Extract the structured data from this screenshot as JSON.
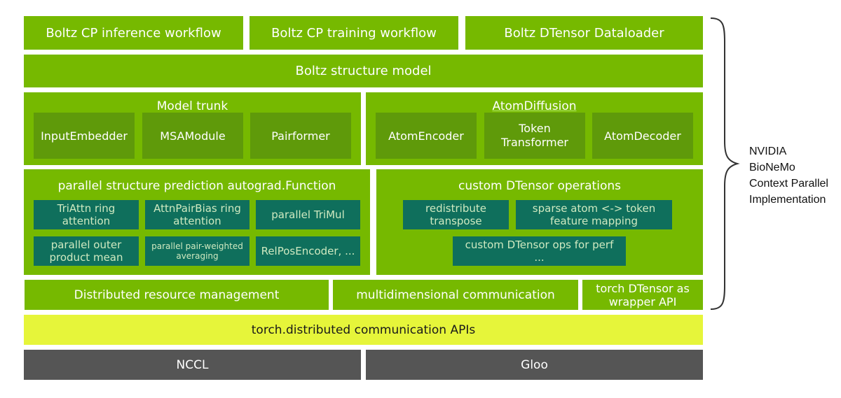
{
  "top_row": {
    "inference": "Boltz CP inference workflow",
    "training": "Boltz  CP training workflow",
    "dataloader": "Boltz DTensor Dataloader"
  },
  "structure_model": "Boltz structure model",
  "model_trunk": {
    "title": "Model trunk",
    "items": [
      "InputEmbedder",
      "MSAModule",
      "Pairformer"
    ]
  },
  "atom_diffusion": {
    "title": "AtomDiffusion",
    "items": [
      "AtomEncoder",
      "Token\nTransformer",
      "AtomDecoder"
    ]
  },
  "parallel_autograd": {
    "title": "parallel structure prediction autograd.Function",
    "items": [
      "TriAttn ring\nattention",
      "AttnPairBias ring\nattention",
      "parallel TriMul",
      "parallel outer\nproduct mean",
      "parallel pair-weighted\naveraging",
      "RelPosEncoder, ..."
    ]
  },
  "dtensor_ops": {
    "title": "custom DTensor operations",
    "items": [
      "redistribute\ntranspose",
      "sparse atom <-> token\nfeature mapping",
      "custom DTensor ops for perf\n..."
    ]
  },
  "bottom_row": {
    "resource": "Distributed resource management",
    "comm": "multidimensional communication",
    "wrapper": "torch DTensor as\nwrapper API"
  },
  "torch_distributed": "torch.distributed communication APIs",
  "backends": {
    "nccl": "NCCL",
    "gloo": "Gloo"
  },
  "side_label": "NVIDIA\nBioNeMo\nContext Parallel\nImplementation",
  "colors": {
    "green": "#76b900",
    "dark_green": "#5f9a0a",
    "teal": "#0f6f5c",
    "yellow": "#e6f53a",
    "gray": "#555555"
  }
}
